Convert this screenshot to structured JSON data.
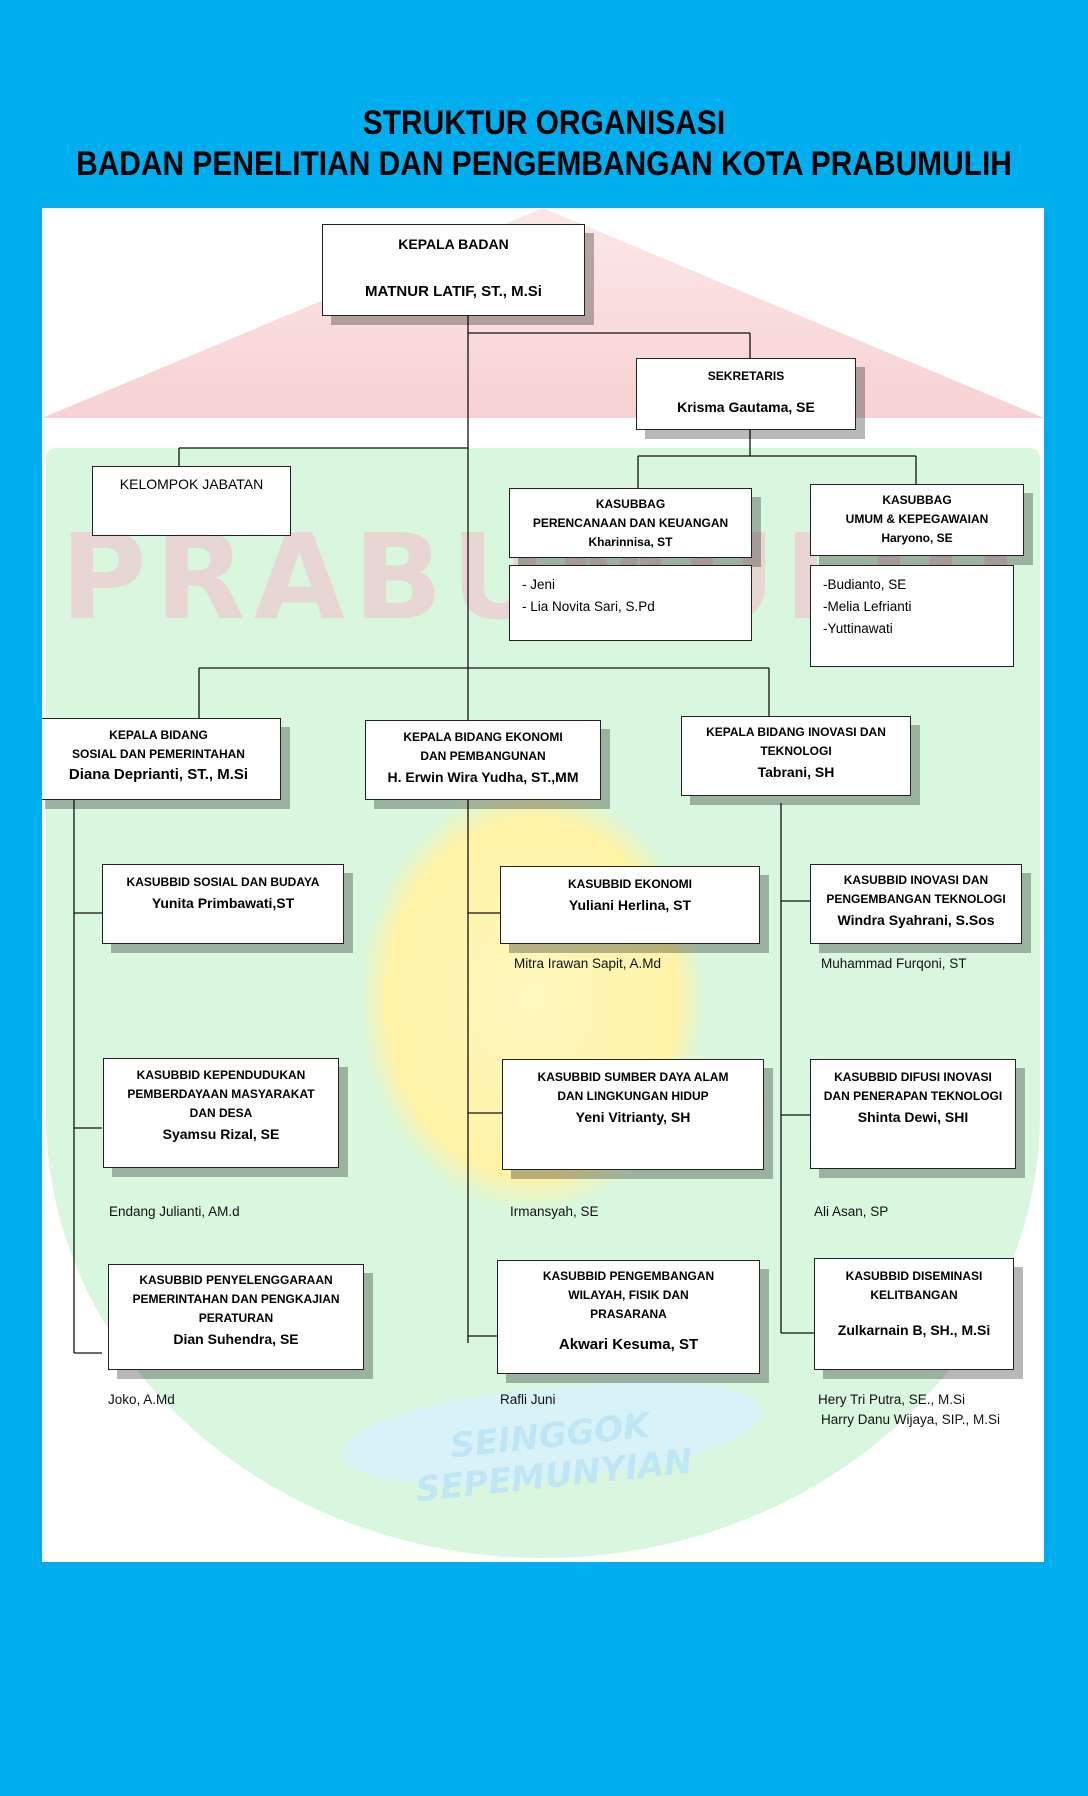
{
  "title": {
    "line1": "STRUKTUR ORGANISASI",
    "line2": "BADAN PENELITIAN DAN PENGEMBANGAN KOTA PRABUMULIH"
  },
  "background": {
    "emblem_word": "PRABUMULIH",
    "emblem_motto": "SEINGGOK SEPEMUNYIAN",
    "colors": {
      "page": "#00adef",
      "panel": "#ffffff",
      "shield": "#d7f7dc",
      "roof": "#f6caca"
    }
  },
  "kepala_badan": {
    "title": "KEPALA BADAN",
    "name": "MATNUR LATIF, ST., M.Si"
  },
  "sekretaris": {
    "title": "SEKRETARIS",
    "name": "Krisma Gautama, SE"
  },
  "kelompok_jabatan": {
    "title": "KELOMPOK JABATAN"
  },
  "kasubbag_perencanaan": {
    "line1": "KASUBBAG",
    "line2": "PERENCANAAN DAN KEUANGAN",
    "name": "Kharinnisa, ST",
    "staff": [
      "- Jeni",
      "- Lia Novita Sari, S.Pd"
    ]
  },
  "kasubbag_umum": {
    "line1": "KASUBBAG",
    "line2": "UMUM & KEPEGAWAIAN",
    "name": "Haryono, SE",
    "staff": [
      "-Budianto, SE",
      "-Melia Lefrianti",
      "-Yuttinawati"
    ]
  },
  "kabid_sosial": {
    "line1": "KEPALA BIDANG",
    "line2": "SOSIAL DAN PEMERINTAHAN",
    "name": "Diana Deprianti, ST., M.Si"
  },
  "kabid_ekonomi": {
    "line1": "KEPALA BIDANG EKONOMI",
    "line2": "DAN PEMBANGUNAN",
    "name": "H. Erwin Wira Yudha, ST.,MM"
  },
  "kabid_inovasi": {
    "line1": "KEPALA BIDANG INOVASI DAN",
    "line2": "TEKNOLOGI",
    "name": "Tabrani, SH"
  },
  "kasubbid_sosial_budaya": {
    "line1": "KASUBBID SOSIAL DAN BUDAYA",
    "name": "Yunita Primbawati,ST",
    "staff": ""
  },
  "kasubbid_kependudukan": {
    "line1": "KASUBBID KEPENDUDUKAN",
    "line2": "PEMBERDAYAAN MASYARAKAT",
    "line3": "DAN DESA",
    "name": "Syamsu Rizal, SE",
    "staff": "Endang Julianti, AM.d"
  },
  "kasubbid_penyelenggaraan": {
    "line1": "KASUBBID PENYELENGGARAAN",
    "line2": "PEMERINTAHAN DAN PENGKAJIAN",
    "line3": "PERATURAN",
    "name": "Dian Suhendra, SE",
    "staff": "Joko, A.Md"
  },
  "kasubbid_ekonomi": {
    "line1": "KASUBBID EKONOMI",
    "name": "Yuliani Herlina, ST",
    "staff": "Mitra Irawan Sapit, A.Md"
  },
  "kasubbid_sda": {
    "line1": "KASUBBID SUMBER DAYA ALAM",
    "line2": "DAN LINGKUNGAN HIDUP",
    "name": "Yeni Vitrianty, SH",
    "staff": "Irmansyah, SE"
  },
  "kasubbid_wilayah": {
    "line1": "KASUBBID PENGEMBANGAN",
    "line2": "WILAYAH, FISIK DAN",
    "line3": "PRASARANA",
    "name": "Akwari Kesuma, ST",
    "staff": "Rafli Juni"
  },
  "kasubbid_inovasi": {
    "line1": "KASUBBID INOVASI DAN",
    "line2": "PENGEMBANGAN TEKNOLOGI",
    "name": "Windra Syahrani, S.Sos",
    "staff": "Muhammad Furqoni, ST"
  },
  "kasubbid_difusi": {
    "line1": "KASUBBID DIFUSI INOVASI",
    "line2": "DAN PENERAPAN TEKNOLOGI",
    "name": "Shinta Dewi, SHI",
    "staff": "Ali Asan, SP"
  },
  "kasubbid_diseminasi": {
    "line1": "KASUBBID DISEMINASI",
    "line2": "KELITBANGAN",
    "name": "Zulkarnain B, SH., M.Si",
    "staff": [
      "Hery Tri Putra, SE., M.Si",
      "Harry Danu Wijaya, SIP., M.Si"
    ]
  }
}
